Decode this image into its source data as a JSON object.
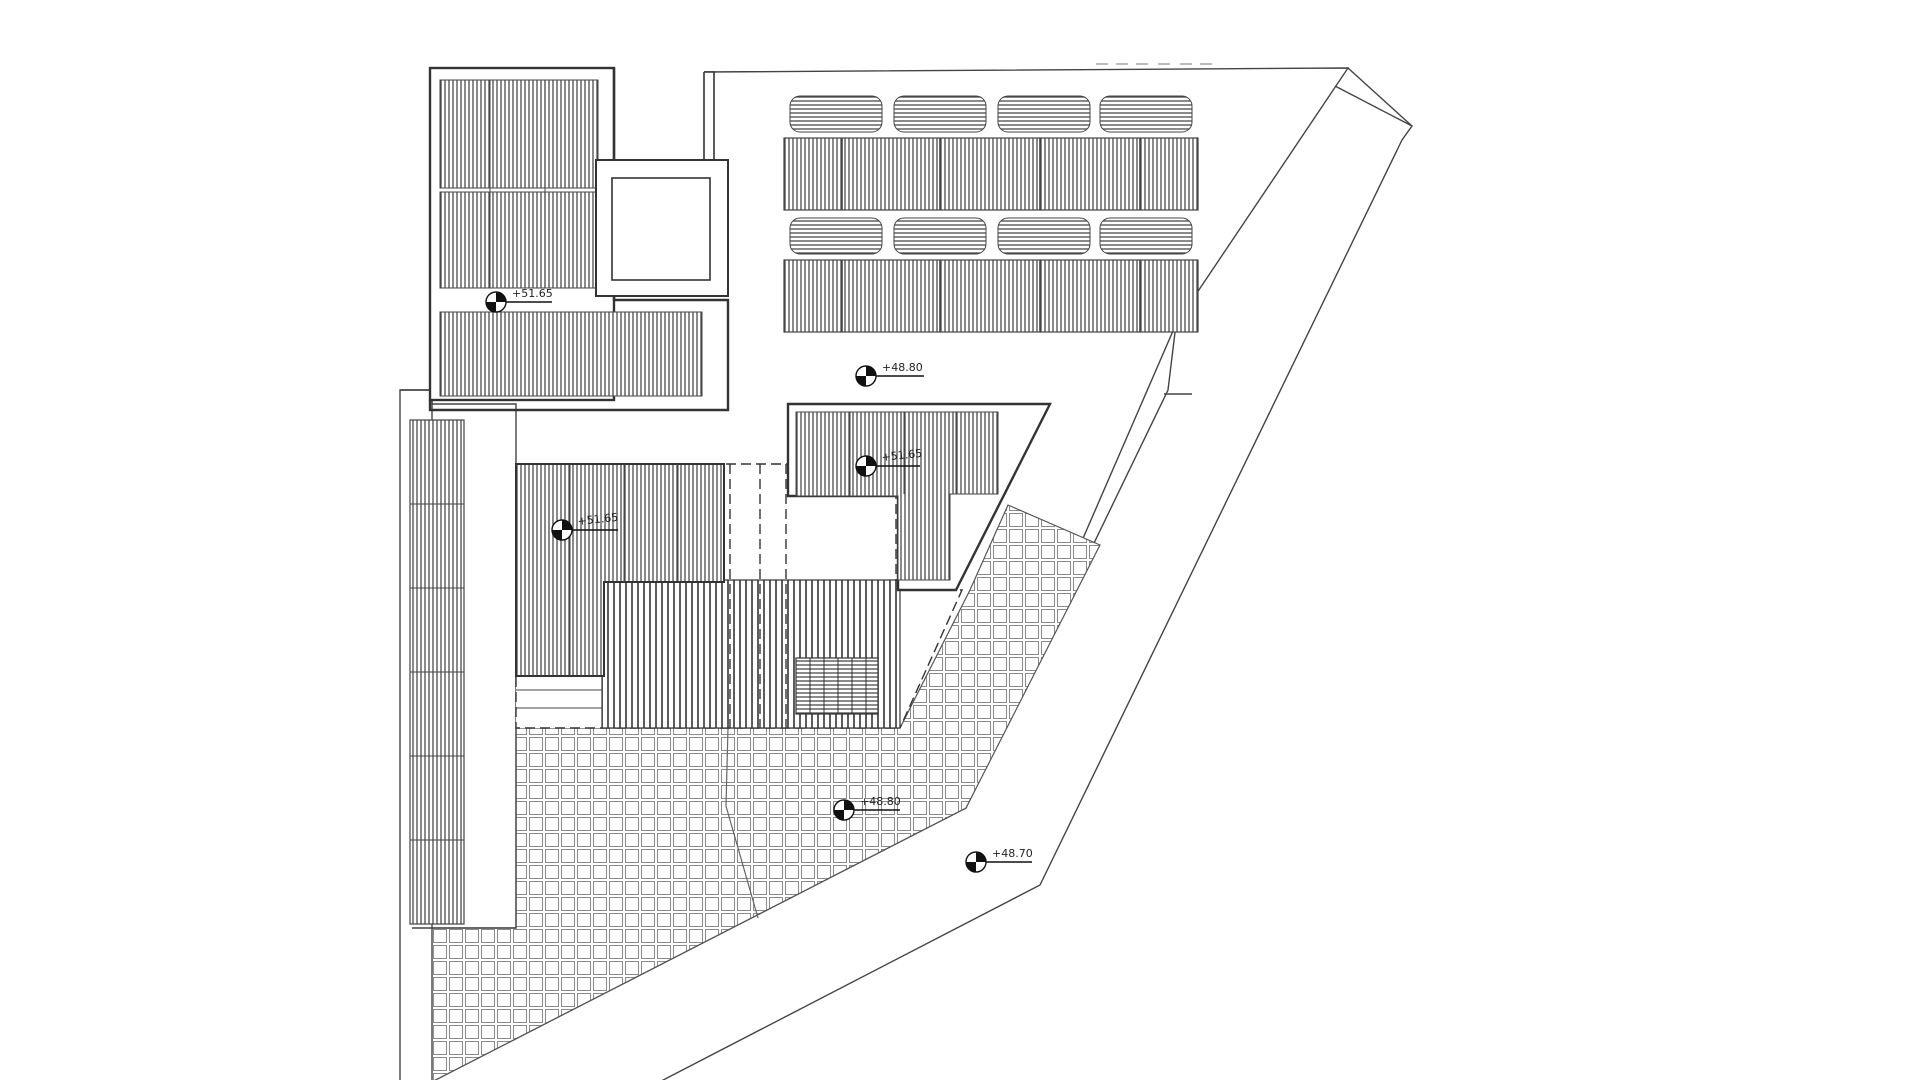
{
  "drawing": {
    "type": "roof plan",
    "colors": {
      "line": "#333333",
      "hatch": "#555555",
      "paving": "#9a9a9a",
      "background": "#ffffff"
    },
    "level_marks": [
      {
        "id": "roof-a",
        "label": "+51.65"
      },
      {
        "id": "site-north",
        "label": "+48.80"
      },
      {
        "id": "roof-b",
        "label": "+51.65"
      },
      {
        "id": "roof-c",
        "label": "+51.65"
      },
      {
        "id": "terrace",
        "label": "+48.80"
      },
      {
        "id": "street",
        "label": "+48.70"
      }
    ]
  }
}
